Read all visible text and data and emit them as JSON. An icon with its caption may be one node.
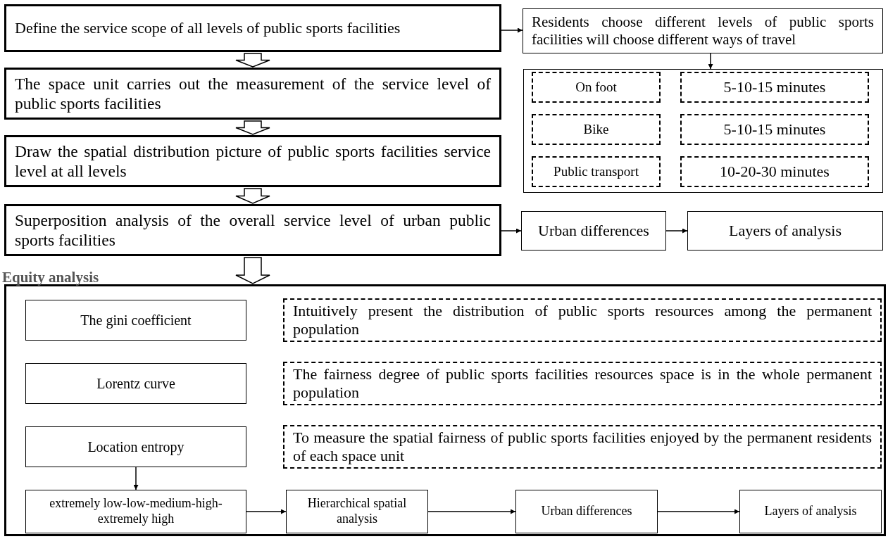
{
  "diagram": {
    "nodes": [
      {
        "text": [
          "Define the service scope of all levels of public sports facilities"
        ]
      },
      {
        "text": [
          "Residents choose different levels of public sports facilities will choose different ways of travel"
        ]
      },
      {
        "text": [],
        "shape": "box"
      },
      {
        "text": [
          "On foot"
        ],
        "in": 2
      },
      {
        "text": [
          "5-10-15 minutes"
        ],
        "in": 2
      },
      {
        "text": [
          "Bike"
        ],
        "in": 2
      },
      {
        "text": [
          "5-10-15 minutes"
        ],
        "in": 2
      },
      {
        "text": [
          "Public transport"
        ],
        "in": 2
      },
      {
        "text": [
          "10-20-30 minutes"
        ],
        "in": 2
      },
      {
        "text": [
          "The space unit carries out the measurement of the service level of public sports facilities"
        ]
      },
      {
        "text": [
          "Draw the spatial distribution picture of public sports facilities service level at all levels"
        ]
      },
      {
        "text": [
          "Superposition analysis of the overall service level of urban public sports facilities"
        ]
      },
      {
        "text": [
          "Urban differences"
        ]
      },
      {
        "text": [
          "Layers of analysis"
        ]
      },
      {
        "text": [
          "Equity analysis"
        ]
      },
      {
        "text": [
          "The gini coefficient"
        ],
        "in": 14
      },
      {
        "text": [
          "Intuitively present the distribution of public sports resources among the permanent population"
        ],
        "in": 14
      },
      {
        "text": [
          "Lorentz curve"
        ],
        "in": 14
      },
      {
        "text": [
          "The fairness degree of public sports facilities resources space is in the whole permanent population"
        ],
        "in": 14
      },
      {
        "text": [
          "Location entropy"
        ],
        "in": 14
      },
      {
        "text": [
          "To measure the spatial fairness of public sports facilities enjoyed by the permanent residents of each space unit"
        ],
        "in": 14
      },
      {
        "text": [
          "extremely low-low-medium-high-extremely high"
        ],
        "in": 14
      },
      {
        "text": [
          "Hierarchical spatial analysis"
        ],
        "in": 14
      },
      {
        "text": [
          "Urban differences"
        ],
        "in": 14
      },
      {
        "text": [
          "Layers of analysis"
        ],
        "in": 14
      }
    ],
    "edges": [
      {
        "from": 0,
        "to": 1,
        "arrow": "to"
      },
      {
        "from": 1,
        "to": 2,
        "arrow": "to"
      },
      {
        "from": 0,
        "to": 9,
        "arrow": "to",
        "style": "thick"
      },
      {
        "from": 9,
        "to": 10,
        "arrow": "to",
        "style": "thick"
      },
      {
        "from": 10,
        "to": 11,
        "arrow": "to",
        "style": "thick"
      },
      {
        "from": 11,
        "to": 12,
        "arrow": "to"
      },
      {
        "from": 12,
        "to": 13,
        "arrow": "to"
      },
      {
        "from": 11,
        "to": 14,
        "arrow": "to",
        "style": "thick"
      },
      {
        "from": 19,
        "to": 21,
        "arrow": "to"
      },
      {
        "from": 21,
        "to": 22,
        "arrow": "to"
      },
      {
        "from": 22,
        "to": 23,
        "arrow": "to"
      },
      {
        "from": 23,
        "to": 24,
        "arrow": "to"
      }
    ]
  }
}
